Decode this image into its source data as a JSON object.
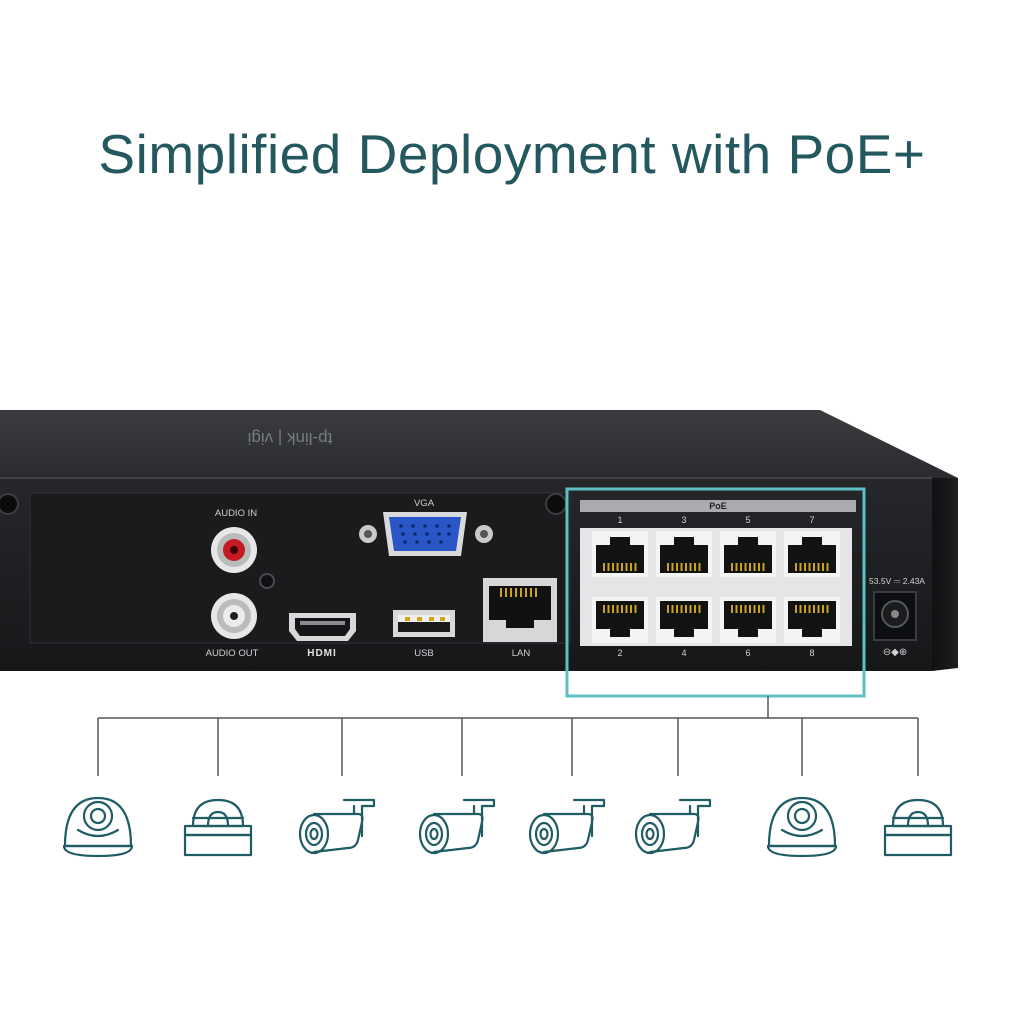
{
  "headline": "Simplified Deployment with PoE+",
  "colors": {
    "headline": "#23585f",
    "teal": "#5fbfc6",
    "line": "#555555",
    "icon": "#1f5c64",
    "chassis": "#1e1f21",
    "vga_blue": "#2b56c8",
    "audio_in_red": "#c41a22"
  },
  "device": {
    "top_logo_text": "tp-link | vigi",
    "labels": {
      "audio_in": "AUDIO IN",
      "audio_out": "AUDIO OUT",
      "vga": "VGA",
      "hdmi": "HDMI",
      "usb": "USB",
      "lan": "LAN",
      "poe": "PoE",
      "power_rating": "53.5V ⎓ 2.43A",
      "polarity": "⊖◆⊕"
    },
    "poe_ports_top": [
      "1",
      "3",
      "5",
      "7"
    ],
    "poe_ports_bottom": [
      "2",
      "4",
      "6",
      "8"
    ]
  },
  "cameras": [
    {
      "type": "dome-camera-icon"
    },
    {
      "type": "turret-camera-icon"
    },
    {
      "type": "bullet-camera-icon"
    },
    {
      "type": "bullet-camera-icon"
    },
    {
      "type": "bullet-camera-icon"
    },
    {
      "type": "bullet-camera-icon"
    },
    {
      "type": "dome-camera-icon"
    },
    {
      "type": "turret-camera-icon"
    }
  ]
}
